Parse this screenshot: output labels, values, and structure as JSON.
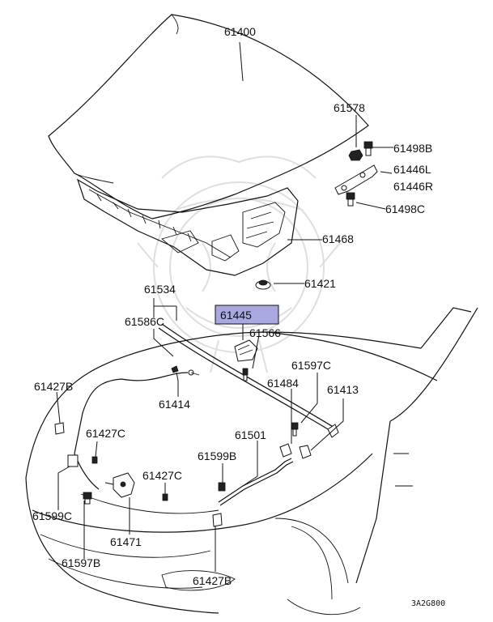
{
  "diagram": {
    "highlight_color": "#a9a9e0",
    "line_color": "#111111",
    "diagram_code": "3A2G800",
    "highlighted_part": "61445",
    "part_labels": {
      "p61400": "61400",
      "p61578": "61578",
      "p61498B": "61498B",
      "p61446L": "61446L",
      "p61446R": "61446R",
      "p61498C": "61498C",
      "p61468": "61468",
      "p61421": "61421",
      "p61534": "61534",
      "p61586C": "61586C",
      "p61445": "61445",
      "p61566": "61566",
      "p61597C": "61597C",
      "p61484": "61484",
      "p61413": "61413",
      "p61427B_top": "61427B",
      "p61414": "61414",
      "p61427C_a": "61427C",
      "p61501": "61501",
      "p61599B": "61599B",
      "p61427C_b": "61427C",
      "p61599C": "61599C",
      "p61471": "61471",
      "p61597B": "61597B",
      "p61427B_bottom": "61427B"
    }
  }
}
